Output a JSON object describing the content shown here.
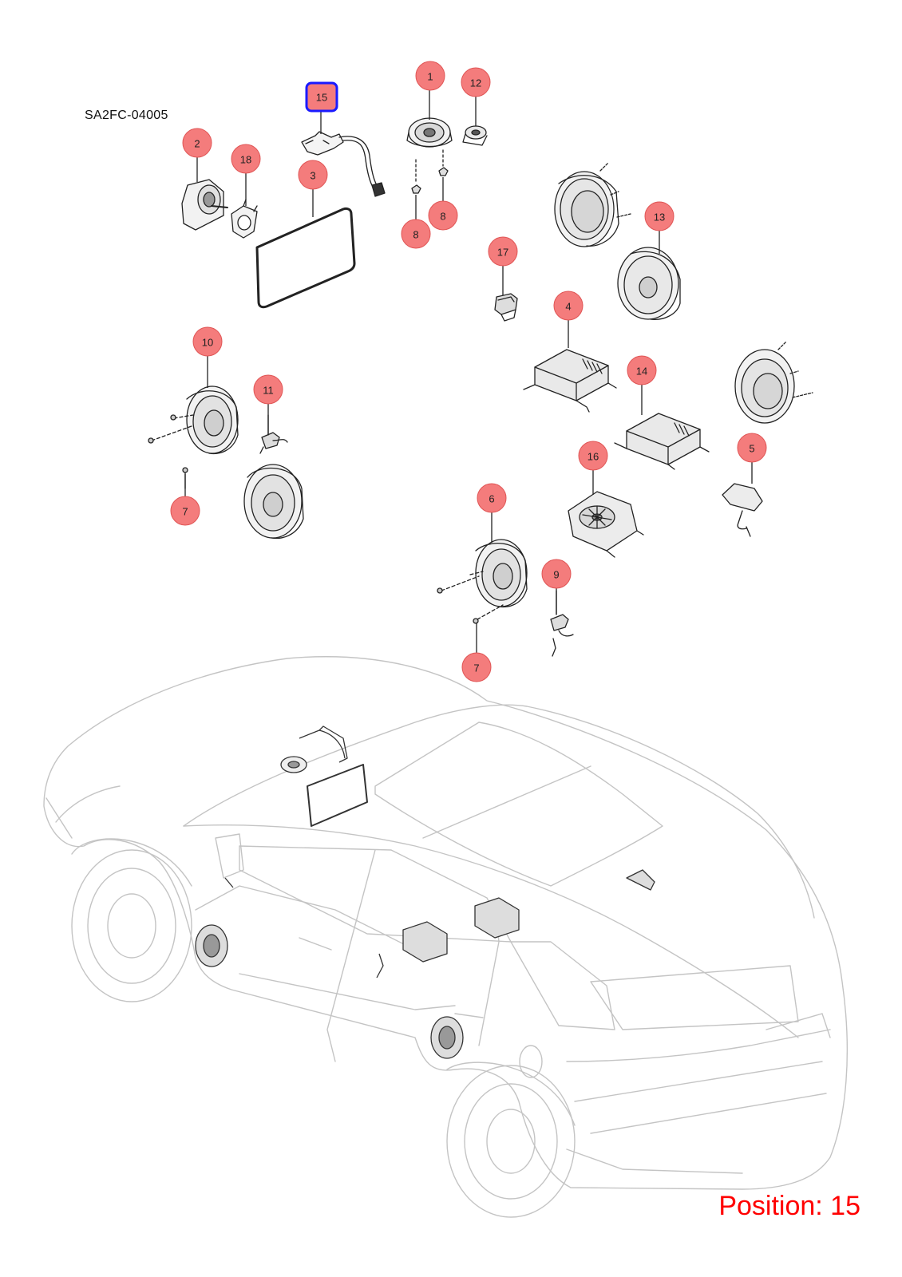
{
  "diagram_code": "SA2FC-04005",
  "position_label": "Position: 15",
  "selected_callout": "15",
  "colors": {
    "callout_fill": "#f47c7c",
    "callout_stroke": "#e05555",
    "selected_fill": "#f47c7c",
    "selected_frame": "#1a1aff",
    "position_text": "#ff0000",
    "part_line": "#222222",
    "car_line": "#c0c0c0"
  },
  "callouts": [
    "1",
    "2",
    "3",
    "4",
    "5",
    "6",
    "7",
    "7",
    "8",
    "8",
    "9",
    "10",
    "11",
    "12",
    "13",
    "14",
    "15",
    "16",
    "17",
    "18"
  ]
}
